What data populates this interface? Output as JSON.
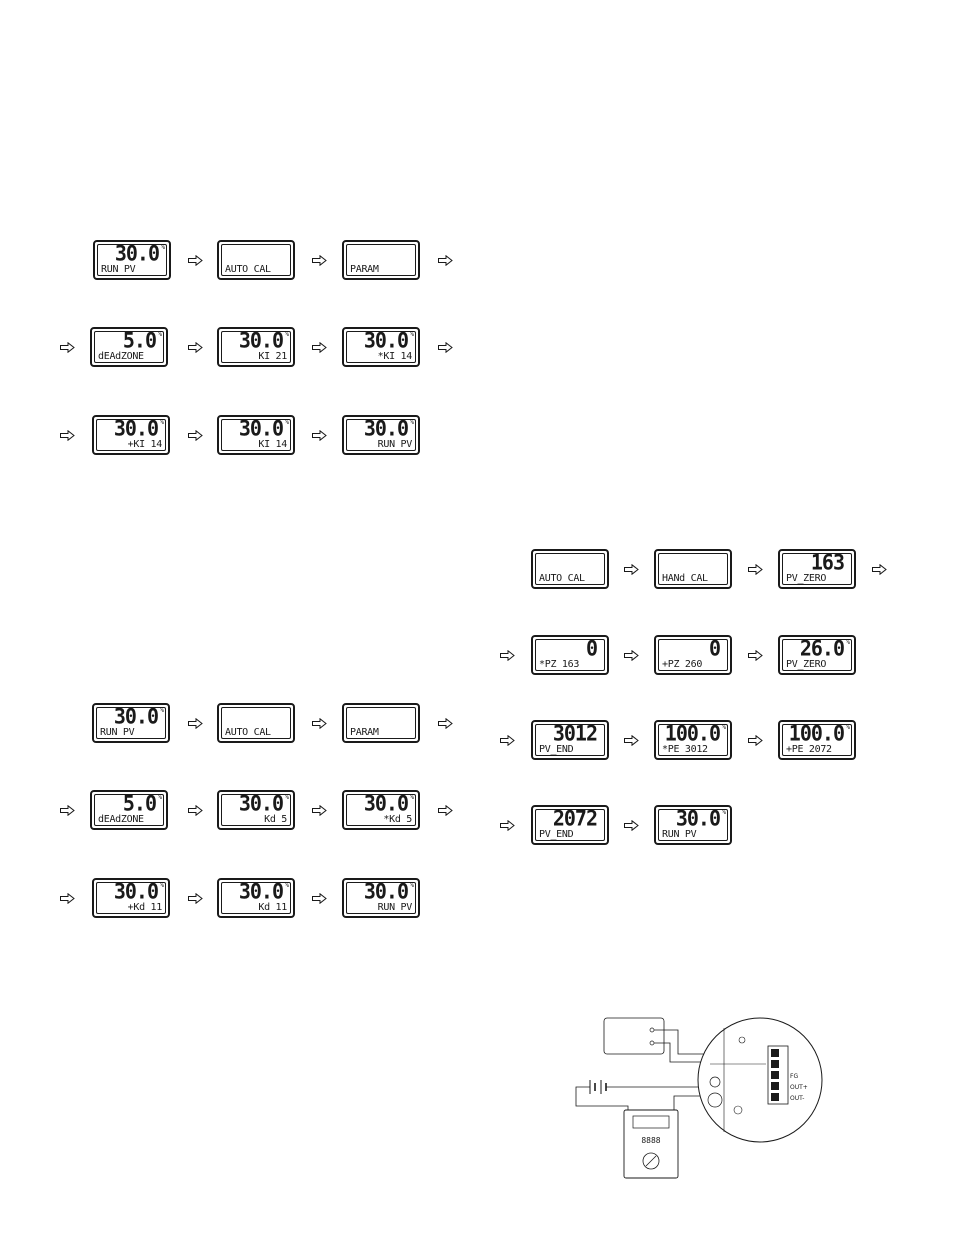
{
  "sequence_a": [
    {
      "big": "30.0",
      "unit": "%",
      "sub": "RUN PV",
      "align": "l"
    },
    {
      "big": "",
      "unit": "",
      "sub": "AUTO CAL",
      "align": "l"
    },
    {
      "big": "",
      "unit": "",
      "sub": "PARAM",
      "align": "l"
    },
    {
      "big": "5.0",
      "unit": "%",
      "sub": "dEAdZONE",
      "align": "l"
    },
    {
      "big": "30.0",
      "unit": "%",
      "sub": "KI 21",
      "align": "r"
    },
    {
      "big": "30.0",
      "unit": "%",
      "sub": "*KI 14",
      "align": "r"
    },
    {
      "big": "30.0",
      "unit": "%",
      "sub": "+KI 14",
      "align": "r"
    },
    {
      "big": "30.0",
      "unit": "%",
      "sub": "KI 14",
      "align": "r"
    },
    {
      "big": "30.0",
      "unit": "%",
      "sub": "RUN PV",
      "align": "r"
    }
  ],
  "sequence_b": [
    {
      "big": "30.0",
      "unit": "%",
      "sub": "RUN PV",
      "align": "l"
    },
    {
      "big": "",
      "unit": "",
      "sub": "AUTO CAL",
      "align": "l"
    },
    {
      "big": "",
      "unit": "",
      "sub": "PARAM",
      "align": "l"
    },
    {
      "big": "5.0",
      "unit": "%",
      "sub": "dEAdZONE",
      "align": "l"
    },
    {
      "big": "30.0",
      "unit": "%",
      "sub": "Kd 5",
      "align": "r"
    },
    {
      "big": "30.0",
      "unit": "%",
      "sub": "*Kd 5",
      "align": "r"
    },
    {
      "big": "30.0",
      "unit": "%",
      "sub": "+Kd 11",
      "align": "r"
    },
    {
      "big": "30.0",
      "unit": "%",
      "sub": "Kd 11",
      "align": "r"
    },
    {
      "big": "30.0",
      "unit": "%",
      "sub": "RUN PV",
      "align": "r"
    }
  ],
  "sequence_c": [
    {
      "big": "",
      "unit": "",
      "sub": "AUTO CAL",
      "align": "l"
    },
    {
      "big": "",
      "unit": "",
      "sub": "HANd CAL",
      "align": "l"
    },
    {
      "big": "163",
      "unit": "",
      "sub": "PV_ZERO",
      "align": "l"
    },
    {
      "big": "0",
      "unit": "",
      "sub": "*PZ 163",
      "align": "l"
    },
    {
      "big": "0",
      "unit": "",
      "sub": "+PZ 260",
      "align": "l"
    },
    {
      "big": "26.0",
      "unit": "%",
      "sub": "PV_ZERO",
      "align": "l"
    },
    {
      "big": "3012",
      "unit": "",
      "sub": "PV_END",
      "align": "l"
    },
    {
      "big": "100.0",
      "unit": "%",
      "sub": "*PE 3012",
      "align": "l"
    },
    {
      "big": "100.0",
      "unit": "%",
      "sub": "+PE 2072",
      "align": "l"
    },
    {
      "big": "2072",
      "unit": "",
      "sub": "PV_END",
      "align": "l"
    },
    {
      "big": "30.0",
      "unit": "%",
      "sub": "RUN PV",
      "align": "l"
    }
  ],
  "wiring": {
    "terminal_labels": [
      "",
      "",
      "FG",
      "OUT+",
      "OUT-"
    ],
    "meter_display": "8888"
  }
}
